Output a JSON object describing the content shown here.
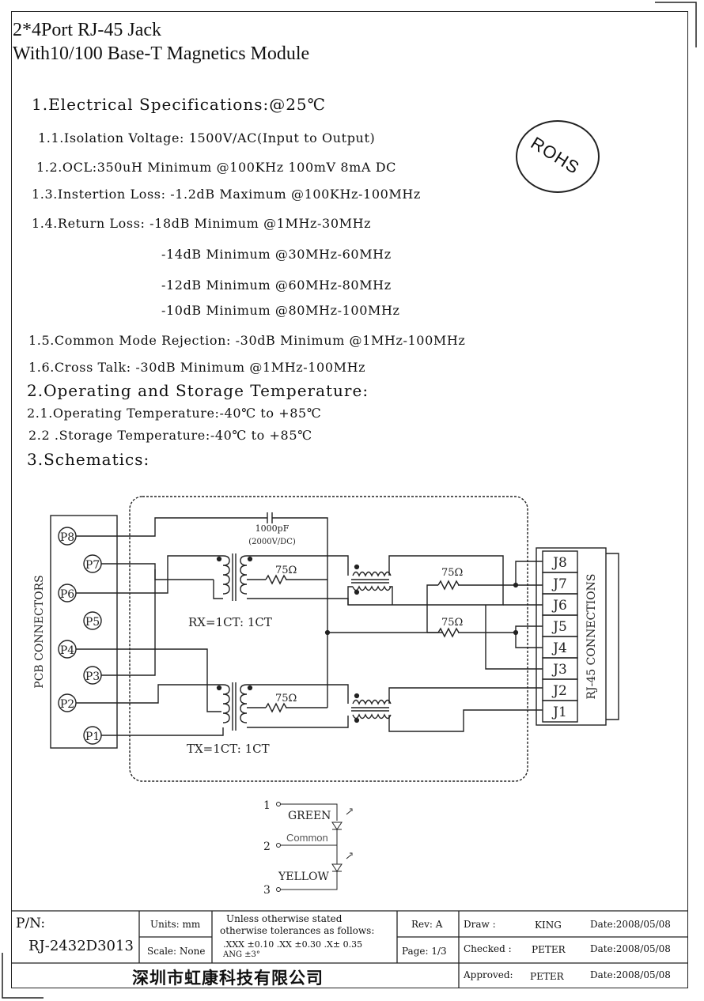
{
  "title_line1": "2*4Port RJ-45   Jack",
  "title_line2": "With10/100 Base-T Magnetics Module",
  "rohs": "ROHS",
  "sec1": "1.Electrical Specifications:@25℃",
  "s1_1": "1.1.Isolation Voltage: 1500V/AC(Input to Output)",
  "s1_2": "1.2.OCL:350uH Minimum @100KHz 100mV 8mA DC",
  "s1_3": "1.3.Instertion Loss: -1.2dB Maximum @100KHz-100MHz",
  "s1_4a": "1.4.Return Loss: -18dB Minimum @1MHz-30MHz",
  "s1_4b": "-14dB Minimum @30MHz-60MHz",
  "s1_4c": "-12dB Minimum @60MHz-80MHz",
  "s1_4d": "-10dB Minimum @80MHz-100MHz",
  "s1_5": "1.5.Common Mode Rejection: -30dB Minimum @1MHz-100MHz",
  "s1_6": "1.6.Cross Talk: -30dB Minimum @1MHz-100MHz",
  "sec2": "2.Operating and Storage Temperature:",
  "s2_1": "2.1.Operating Temperature:-40℃ to  +85℃",
  "s2_2": "2.2 .Storage Temperature:-40℃ to  +85℃",
  "sec3": "3.Schematics:",
  "schematic": {
    "cap_value": "1000pF",
    "cap_rating": "(2000V/DC)",
    "res": "75Ω",
    "rx_label": "RX=1CT: 1CT",
    "tx_label": "TX=1CT: 1CT",
    "pcb_label": "PCB CONNECTORS",
    "rj_label": "RJ-45 CONNECTIONS",
    "pins_p": [
      "P8",
      "P7",
      "P6",
      "P5",
      "P4",
      "P3",
      "P2",
      "P1"
    ],
    "pins_j": [
      "J8",
      "J7",
      "J6",
      "J5",
      "J4",
      "J3",
      "J2",
      "J1"
    ]
  },
  "led": {
    "pin1": "1",
    "pin2": "2",
    "pin3": "3",
    "green": "GREEN",
    "common": "Common",
    "yellow": "YELLOW"
  },
  "title_block": {
    "pn_label": "P/N:",
    "pn_value": "RJ-2432D3013",
    "units": "Units: mm",
    "scale": "Scale: None",
    "tol_line1": "Unless otherwise stated",
    "tol_line2": "otherwise tolerances as follows:",
    "tol_line3": ".XXX ±0.10 .XX ±0.30 .X± 0.35",
    "tol_line4": "ANG ±3°",
    "rev": "Rev: A",
    "page": "Page: 1/3",
    "draw_label": "Draw     :",
    "draw_name": "KING",
    "draw_date": "Date:2008/05/08",
    "checked_label": "Checked :",
    "checked_name": "PETER",
    "checked_date": "Date:2008/05/08",
    "approved_label": "Approved:",
    "approved_name": "PETER",
    "approved_date": "Date:2008/05/08",
    "company": "深圳市虹康科技有限公司"
  }
}
